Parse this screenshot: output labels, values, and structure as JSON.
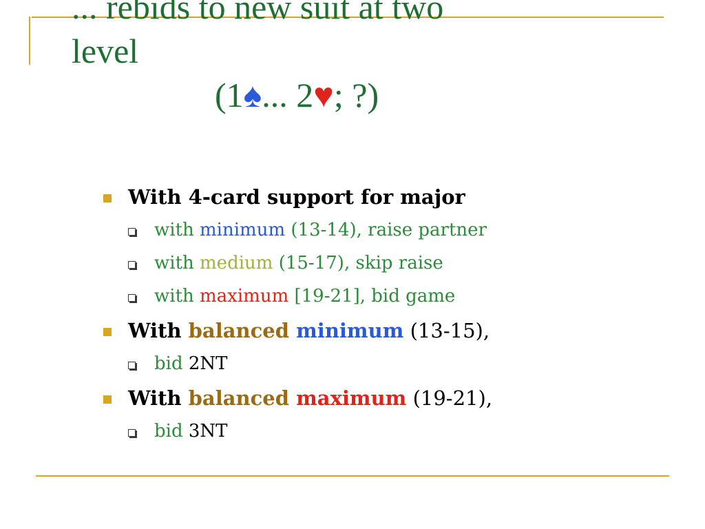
{
  "title": {
    "line1": "... rebids to new suit at two",
    "line2": "level",
    "auction": {
      "open": "(1",
      "spade_glyph": "♠",
      "mid": "... 2",
      "heart_glyph": "♥",
      "close": "; ?)"
    }
  },
  "items": [
    {
      "heading": "With 4-card support for major",
      "subitems": [
        {
          "prefix": "with ",
          "keyword": "minimum",
          "rest": " (13-14), raise partner"
        },
        {
          "prefix": "with ",
          "keyword": "medium",
          "rest": " (15-17), skip raise"
        },
        {
          "prefix": "with ",
          "keyword": "maximum",
          "rest": "  [19-21], bid game"
        }
      ]
    },
    {
      "heading_prefix": "With ",
      "heading_kw1": "balanced",
      "heading_kw2": "minimum",
      "heading_range": " (13-15),",
      "sub": {
        "prefix": " bid ",
        "value": "2NT"
      }
    },
    {
      "heading_prefix": "With ",
      "heading_kw1": "balanced",
      "heading_kw2": "maximum",
      "heading_range": " (19-21),",
      "sub": {
        "prefix": "bid ",
        "value": "3NT"
      }
    }
  ],
  "colors": {
    "title_green": "#1F6E33",
    "text_green": "#2E8B3A",
    "accent_gold": "#DAA520",
    "keyword_blue": "#2B5AD9",
    "keyword_olive": "#9CB53A",
    "keyword_red": "#E0241C",
    "keyword_brown": "#9A6B12"
  },
  "icons": {
    "level1_bullet": "filled-square-bullet",
    "level2_bullet": "hollow-square-bullet"
  }
}
